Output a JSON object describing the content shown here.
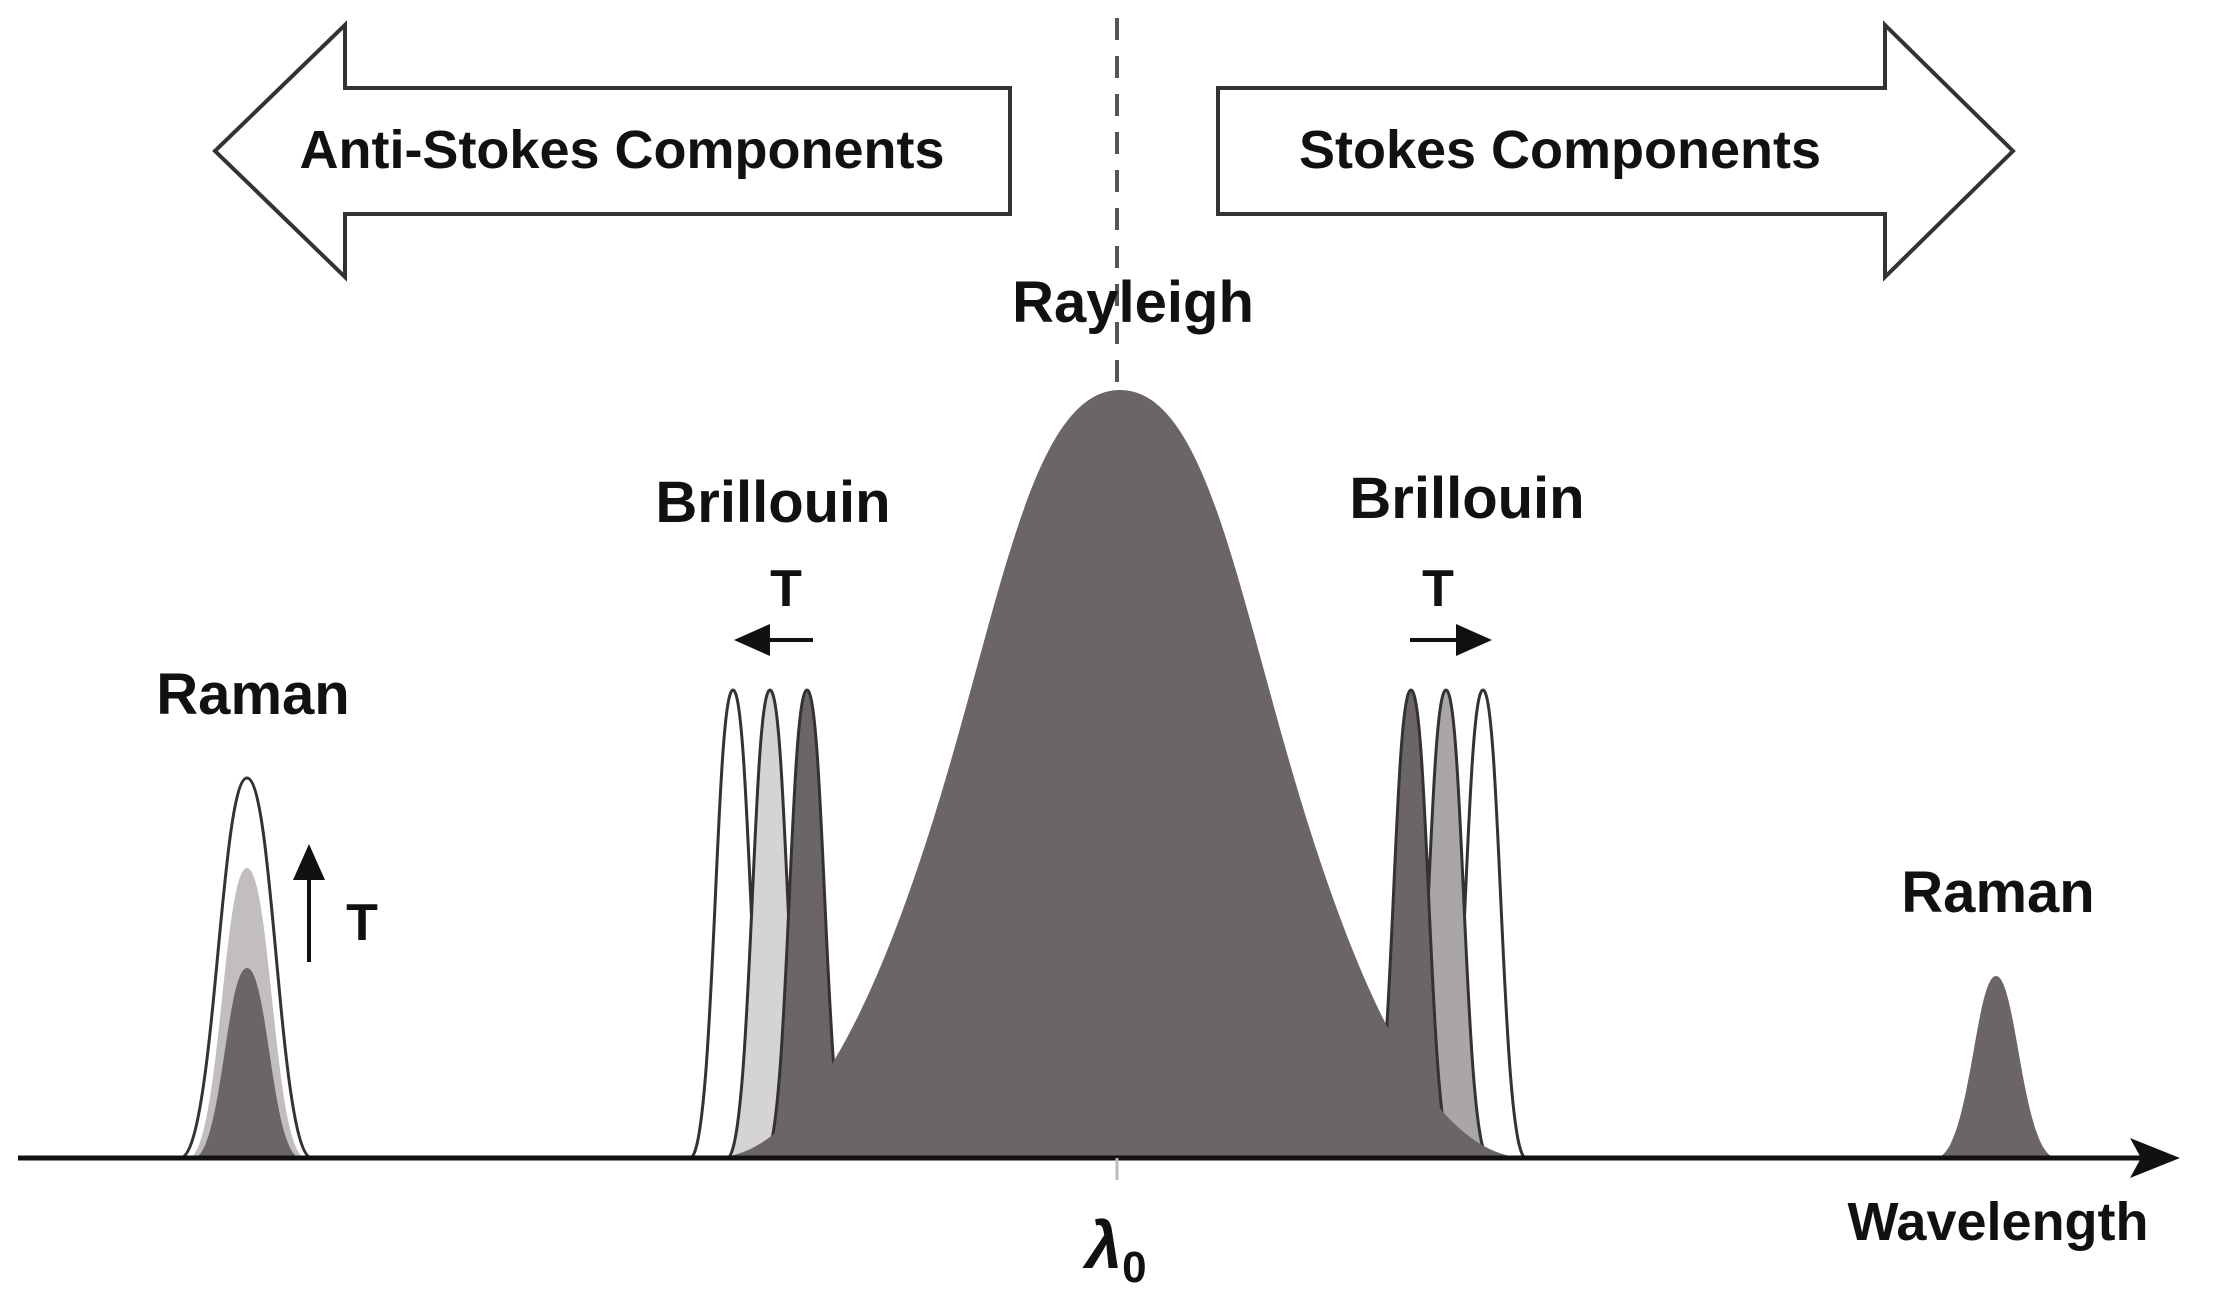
{
  "labels": {
    "anti_stokes": "Anti-Stokes Components",
    "stokes": "Stokes Components",
    "rayleigh": "Rayleigh",
    "brillouin_left": "Brillouin",
    "brillouin_right": "Brillouin",
    "raman_left": "Raman",
    "raman_right": "Raman",
    "t_brillouin_left": "T",
    "t_brillouin_right": "T",
    "t_raman": "T",
    "lambda_symbol": "λ",
    "lambda_subscript": "0",
    "x_axis": "Wavelength"
  },
  "colors": {
    "dark_peak": "#6b6566",
    "medium_peak": "#aaa6a6",
    "light_peak": "#d6d3d3",
    "outline": "#333333",
    "axis": "#111111"
  }
}
